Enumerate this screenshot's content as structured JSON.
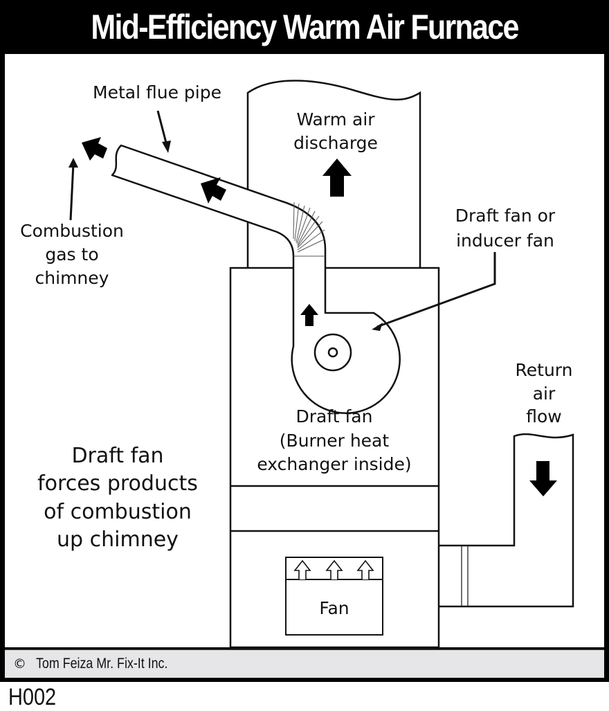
{
  "title": "Mid-Efficiency Warm Air Furnace",
  "labels": {
    "metal_flue_pipe": "Metal flue pipe",
    "combustion_gas": [
      "Combustion",
      "gas to",
      "chimney"
    ],
    "warm_air_discharge": [
      "Warm air",
      "discharge"
    ],
    "draft_fan_or_inducer": [
      "Draft fan or",
      "inducer fan"
    ],
    "draft_fan_burner": [
      "Draft fan",
      "(Burner heat",
      "exchanger inside)"
    ],
    "return_air_flow": [
      "Return",
      "air",
      "flow"
    ],
    "caption": [
      "Draft fan",
      "forces products",
      "of combustion",
      "up chimney"
    ],
    "fan": "Fan"
  },
  "footer": {
    "copyright_symbol": "©",
    "credit": "Tom Feiza Mr. Fix-It Inc."
  },
  "figure_code": "H002",
  "icons": {
    "flow_arrow": "solid-arrow",
    "pointer_arrow": "line-arrow",
    "fan_vent_arrow": "outline-up-arrow"
  },
  "colors": {
    "frame": "#000000",
    "title_text": "#ffffff",
    "footer_bg": "#e6e6e8",
    "line": "#111111"
  }
}
